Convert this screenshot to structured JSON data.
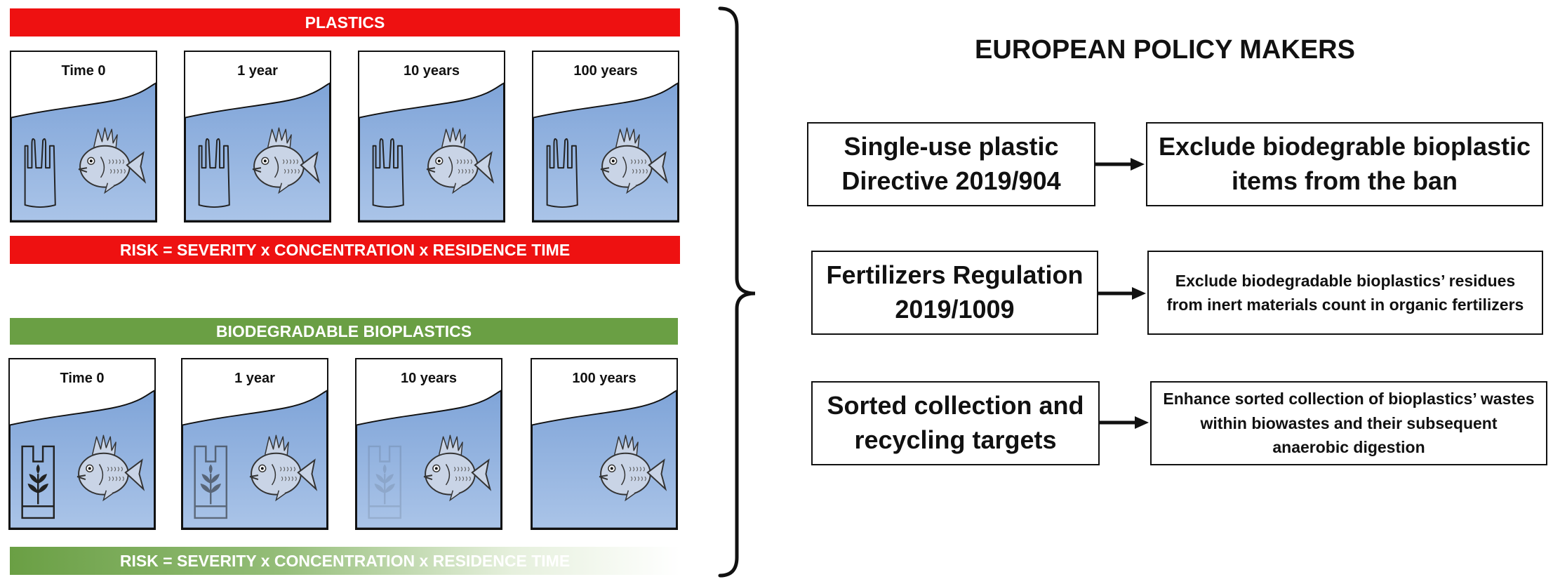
{
  "plastics": {
    "header": "PLASTICS",
    "risk": "RISK = SEVERITY x CONCENTRATION x RESIDENCE TIME",
    "color": "#ee1111",
    "panels": [
      {
        "label": "Time 0",
        "bag_opacity": 1.0
      },
      {
        "label": "1 year",
        "bag_opacity": 1.0
      },
      {
        "label": "10 years",
        "bag_opacity": 1.0
      },
      {
        "label": "100 years",
        "bag_opacity": 1.0
      }
    ]
  },
  "bioplastics": {
    "header": "BIODEGRADABLE BIOPLASTICS",
    "risk": "RISK = SEVERITY x CONCENTRATION x RESIDENCE TIME",
    "color": "#6a9f44",
    "panels": [
      {
        "label": "Time 0",
        "bag_opacity": 1.0
      },
      {
        "label": "1 year",
        "bag_opacity": 0.55
      },
      {
        "label": "10 years",
        "bag_opacity": 0.12
      },
      {
        "label": "100 years",
        "bag_opacity": 0.0
      }
    ]
  },
  "policy": {
    "title": "EUROPEAN POLICY MAKERS",
    "rows": [
      {
        "left": "Single-use plastic Directive 2019/904",
        "right": "Exclude biodegrable bioplastic items from the ban"
      },
      {
        "left": "Fertilizers Regulation 2019/1009",
        "right": "Exclude biodegradable bioplastics’ residues from inert materials count in organic fertilizers"
      },
      {
        "left": "Sorted collection and recycling targets",
        "right": "Enhance sorted collection of bioplastics’ wastes within biowastes and their subsequent anaerobic digestion"
      }
    ]
  },
  "water_color": "#8fb0dc"
}
